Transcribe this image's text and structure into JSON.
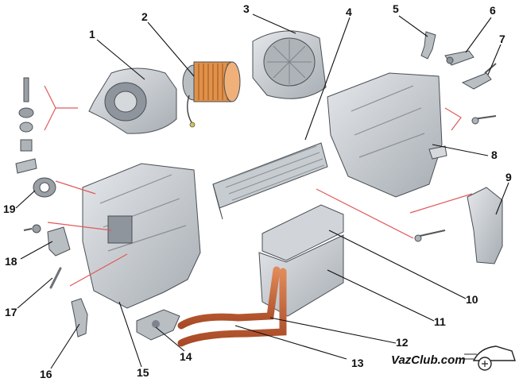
{
  "callouts": [
    {
      "id": "1",
      "label": "1"
    },
    {
      "id": "2",
      "label": "2"
    },
    {
      "id": "3",
      "label": "3"
    },
    {
      "id": "4",
      "label": "4"
    },
    {
      "id": "5",
      "label": "5"
    },
    {
      "id": "6",
      "label": "6"
    },
    {
      "id": "7",
      "label": "7"
    },
    {
      "id": "8",
      "label": "8"
    },
    {
      "id": "9",
      "label": "9"
    },
    {
      "id": "10",
      "label": "10"
    },
    {
      "id": "11",
      "label": "11"
    },
    {
      "id": "12",
      "label": "12"
    },
    {
      "id": "13",
      "label": "13"
    },
    {
      "id": "14",
      "label": "14"
    },
    {
      "id": "15",
      "label": "15"
    },
    {
      "id": "16",
      "label": "16"
    },
    {
      "id": "17",
      "label": "17"
    },
    {
      "id": "18",
      "label": "18"
    },
    {
      "id": "19",
      "label": "19"
    }
  ],
  "watermark": {
    "text": "VazClub.com"
  },
  "colors": {
    "part_fill": "#c9cdd1",
    "part_shade": "#9aa0a6",
    "rotor": "#e0914a",
    "pipe": "#c9663a",
    "accent_line": "#e05a5a"
  }
}
